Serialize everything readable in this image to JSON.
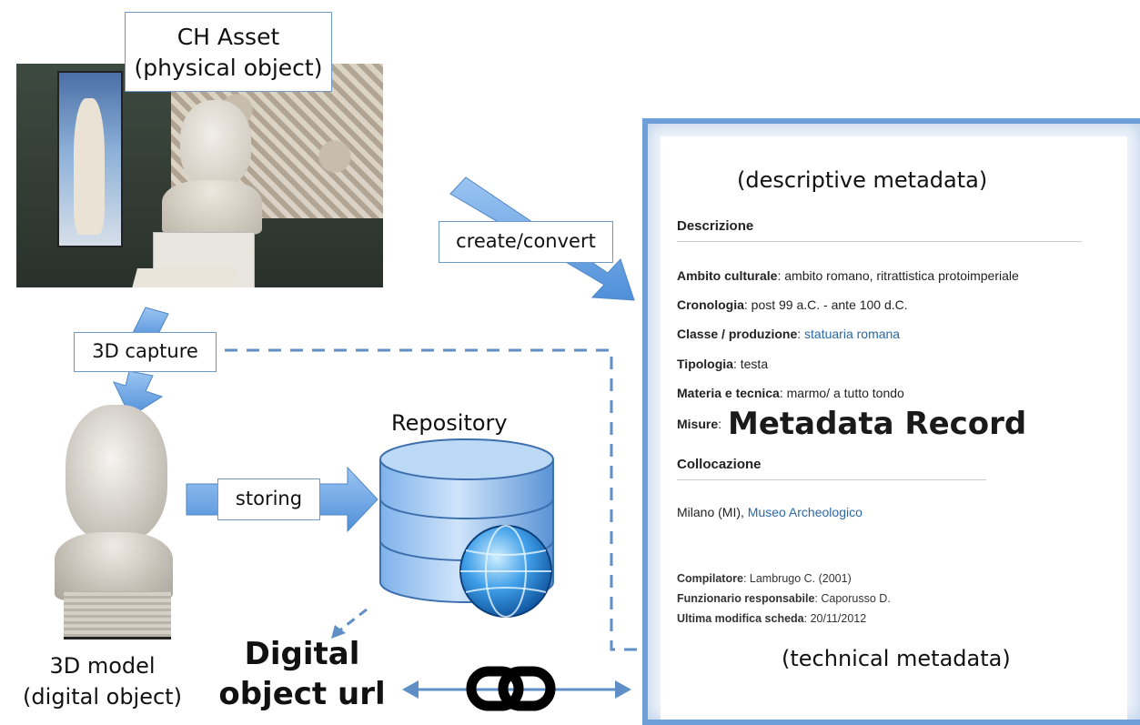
{
  "ch_asset": {
    "line1": "CH Asset",
    "line2": "(physical object)"
  },
  "labels": {
    "create_convert": "create/convert",
    "capture_3d": "3D capture",
    "storing": "storing",
    "repository": "Repository",
    "model_line1": "3D model",
    "model_line2": "(digital object)",
    "url_line1": "Digital",
    "url_line2": "object url"
  },
  "record": {
    "descriptive_caption": "(descriptive metadata)",
    "technical_caption": "(technical metadata)",
    "overlay_title": "Metadata Record",
    "section_descrizione": "Descrizione",
    "section_collocazione": "Collocazione",
    "fields": [
      {
        "label": "Ambito culturale",
        "value": ": ambito romano, ritrattistica protoimperiale"
      },
      {
        "label": "Cronologia",
        "value": ": post 99 a.C. - ante 100 d.C."
      },
      {
        "label": "Classe / produzione",
        "value": ": ",
        "link": "statuaria romana"
      },
      {
        "label": "Tipologia",
        "value": ": testa"
      },
      {
        "label": "Materia e tecnica",
        "value": ": marmo/ a tutto tondo"
      },
      {
        "label": "Misure",
        "value": ":"
      }
    ],
    "location_prefix": "Milano (MI), ",
    "location_link": "Museo Archeologico",
    "footer": [
      {
        "label": "Compilatore",
        "value": ": Lambrugo C. (2001)"
      },
      {
        "label": "Funzionario responsabile",
        "value": ": Caporusso D."
      },
      {
        "label": "Ultima modifica scheda",
        "value": ": 20/11/2012"
      }
    ]
  },
  "colors": {
    "arrow_fill": "#6fa6e6",
    "arrow_stroke": "#4f86c6",
    "dash": "#5f8fc6",
    "link_blue": "#2a68a8",
    "frame_blue": "#6f9fd8"
  }
}
